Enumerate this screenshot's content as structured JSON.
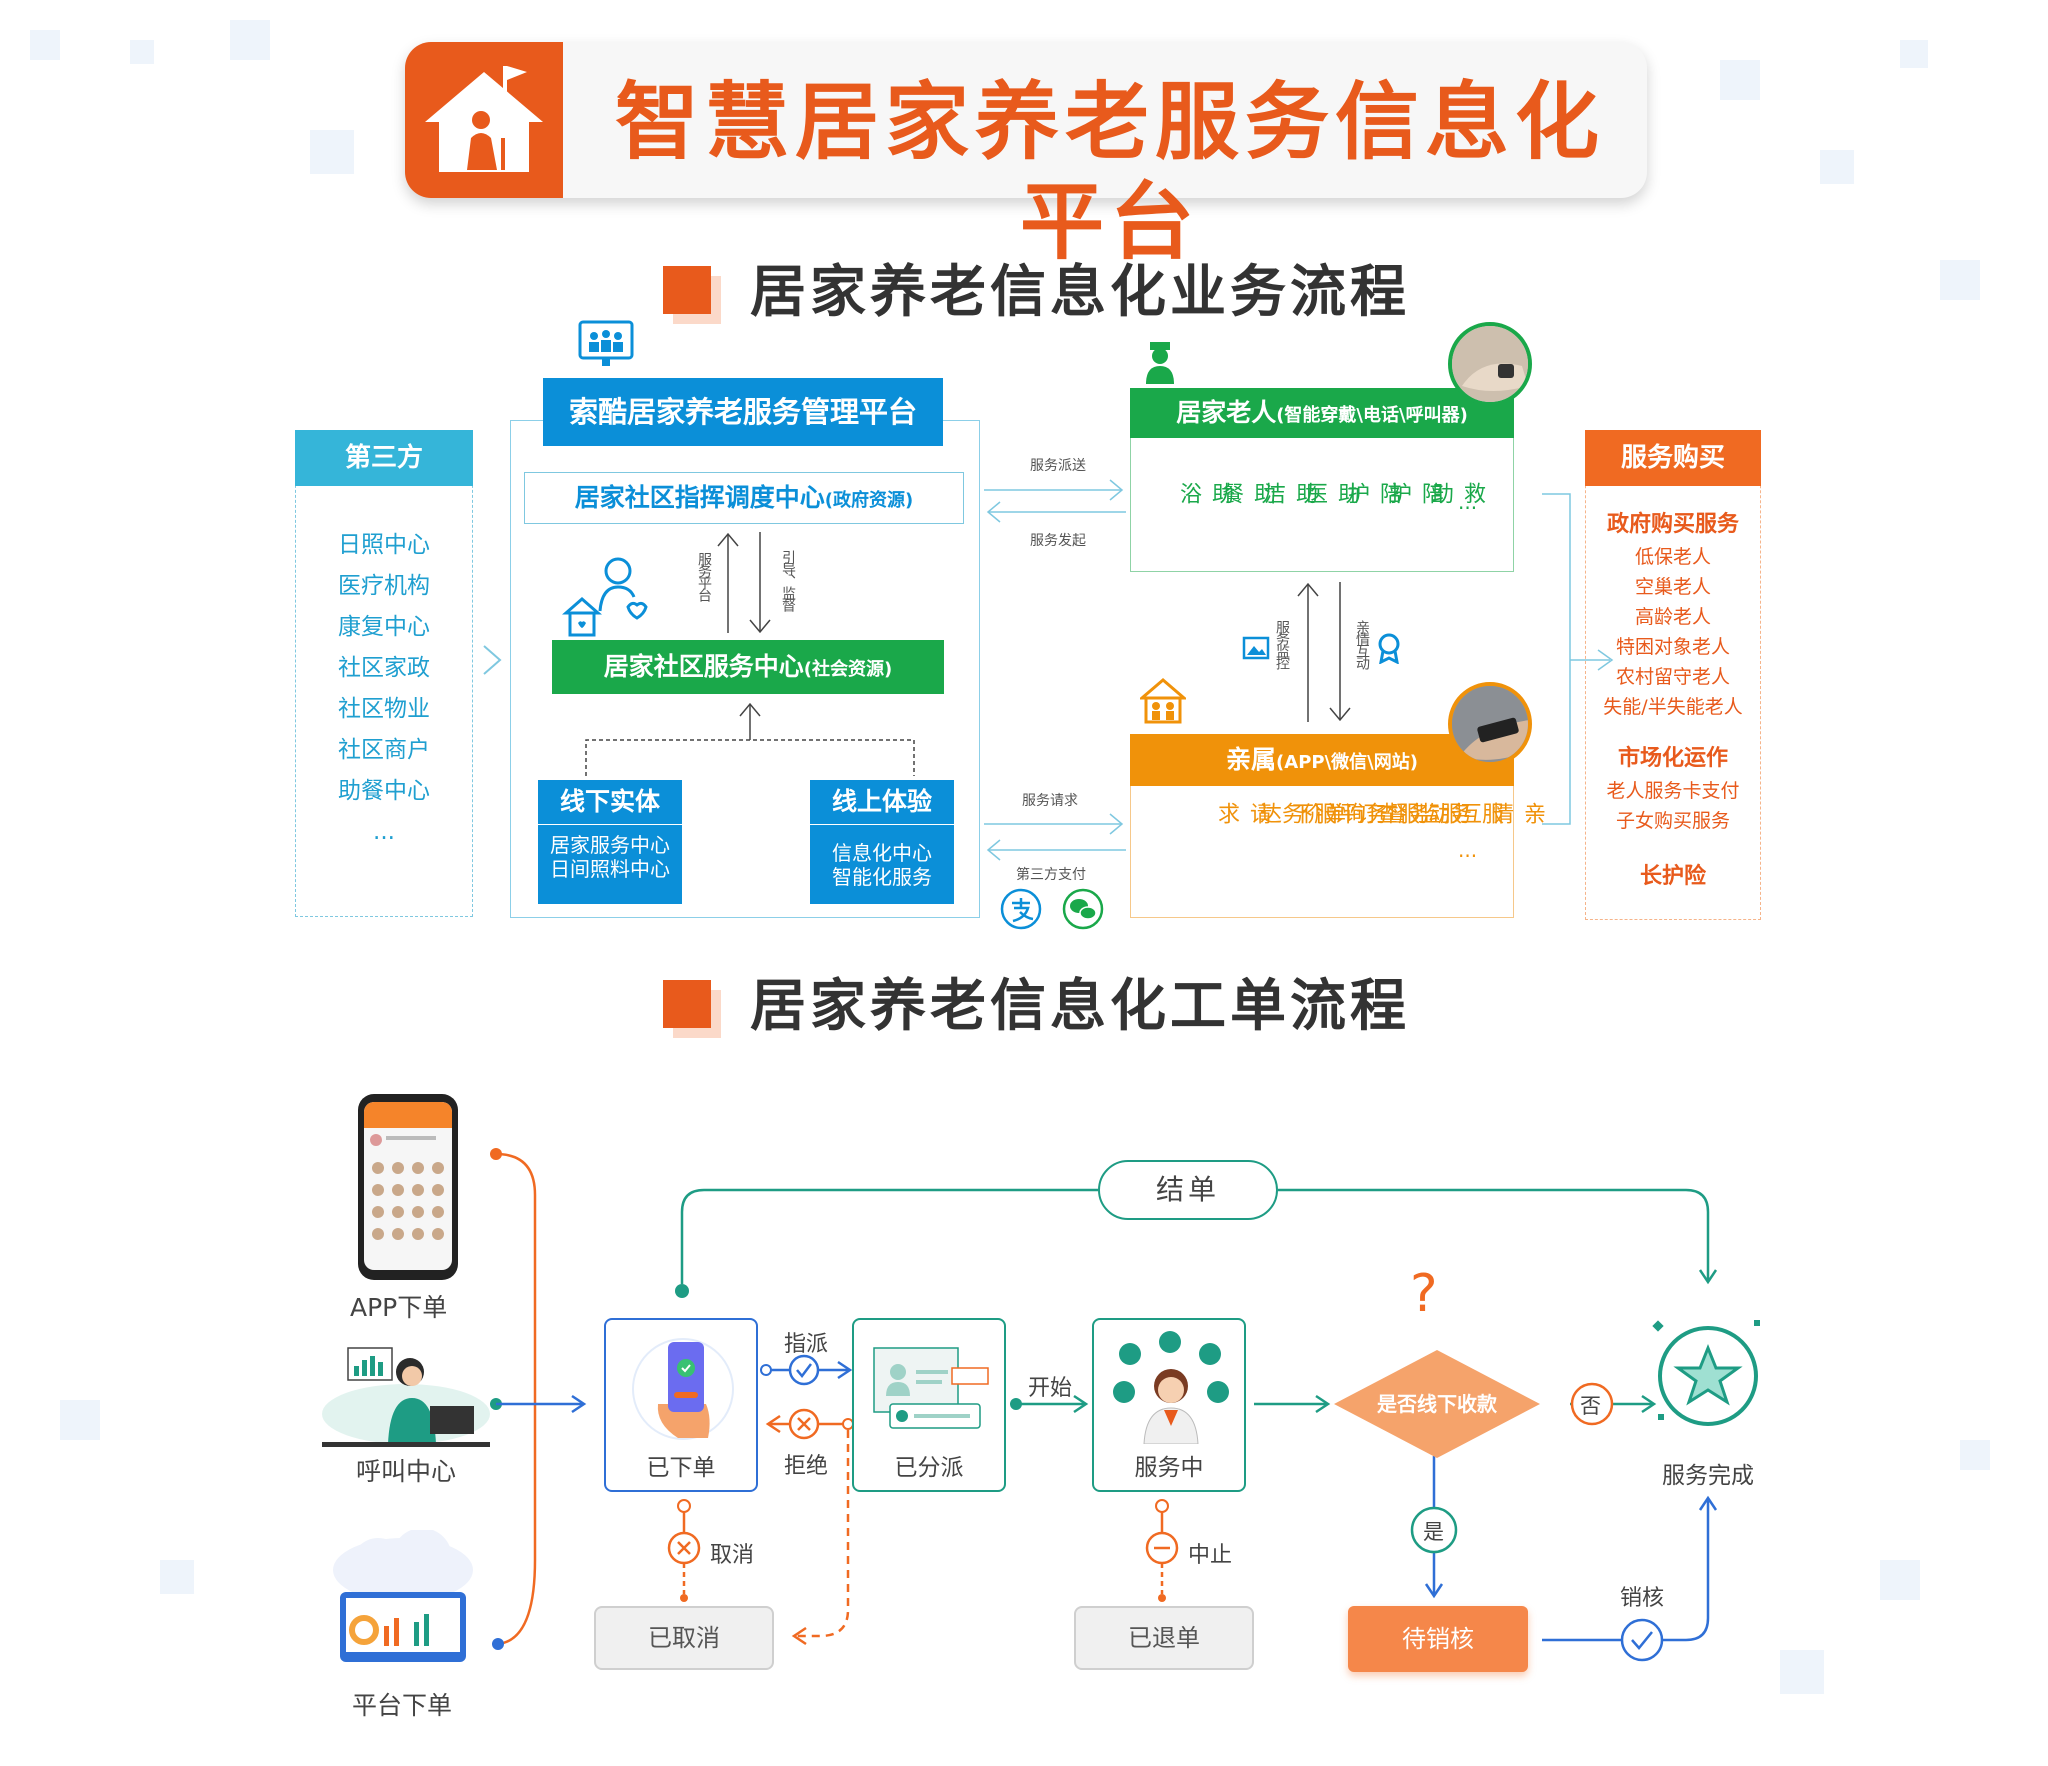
{
  "title": "智慧居家养老服务信息化平台",
  "section1": {
    "title": "居家养老信息化业务流程",
    "third_party": {
      "header": "第三方",
      "items": [
        "日照中心",
        "医疗机构",
        "康复中心",
        "社区家政",
        "社区物业",
        "社区商户",
        "助餐中心",
        "..."
      ]
    },
    "platform": {
      "header": "索酷居家养老服务管理平台",
      "dispatch_center": "居家社区指挥调度中心",
      "dispatch_center_note": "(政府资源)",
      "label_service_platform": "服务平台",
      "label_guide_supervise": "引导、监督",
      "community_center": "居家社区服务中心",
      "community_center_note": "(社会资源)",
      "offline_header": "线下实体",
      "offline_items": [
        "居家服务中心",
        "日间照料中心"
      ],
      "online_header": "线上体验",
      "online_items": [
        "信息化中心",
        "智能化服务"
      ]
    },
    "arrows": {
      "dispatch": "服务派送",
      "initiate": "服务发起",
      "request": "服务请求",
      "third_pay": "第三方支付",
      "monitor": "服务监控",
      "interact": "亲情互动"
    },
    "elderly": {
      "header": "居家老人",
      "header_note": "(智能穿戴\\电话\\呼叫器)",
      "services": [
        "助浴",
        "助餐",
        "助洁",
        "助医",
        "陪护",
        "陪护",
        "救助"
      ],
      "more": "..."
    },
    "family": {
      "header": "亲属",
      "header_note": "(APP\\微信\\网站)",
      "services": [
        "服务请求",
        "订单下达",
        "服务评价",
        "服务查询",
        "服务监督",
        "亲情互动"
      ],
      "more": "..."
    },
    "purchase": {
      "header": "服务购买",
      "gov_title": "政府购买服务",
      "gov_items": [
        "低保老人",
        "空巢老人",
        "高龄老人",
        "特困对象老人",
        "农村留守老人",
        "失能/半失能老人"
      ],
      "market_title": "市场化运作",
      "market_items": [
        "老人服务卡支付",
        "子女购买服务"
      ],
      "insurance": "长护险"
    }
  },
  "section2": {
    "title": "居家养老信息化工单流程",
    "sources": [
      "APP下单",
      "呼叫中心",
      "平台下单"
    ],
    "close_order": "结单",
    "states": {
      "placed": "已下单",
      "assigned": "已分派",
      "in_service": "服务中",
      "cancelled": "已取消",
      "refunded": "已退单",
      "pending_verify": "待销核",
      "completed": "服务完成"
    },
    "actions": {
      "assign": "指派",
      "reject": "拒绝",
      "cancel": "取消",
      "start": "开始",
      "suspend": "中止",
      "verify": "销核"
    },
    "decision": {
      "question": "是否线下收款",
      "no": "否",
      "yes": "是"
    }
  },
  "colors": {
    "orange": "#e85a1c",
    "blue": "#0b8fd8",
    "green": "#1aa84a",
    "amber": "#f0920a",
    "teal": "#1e9c84"
  }
}
